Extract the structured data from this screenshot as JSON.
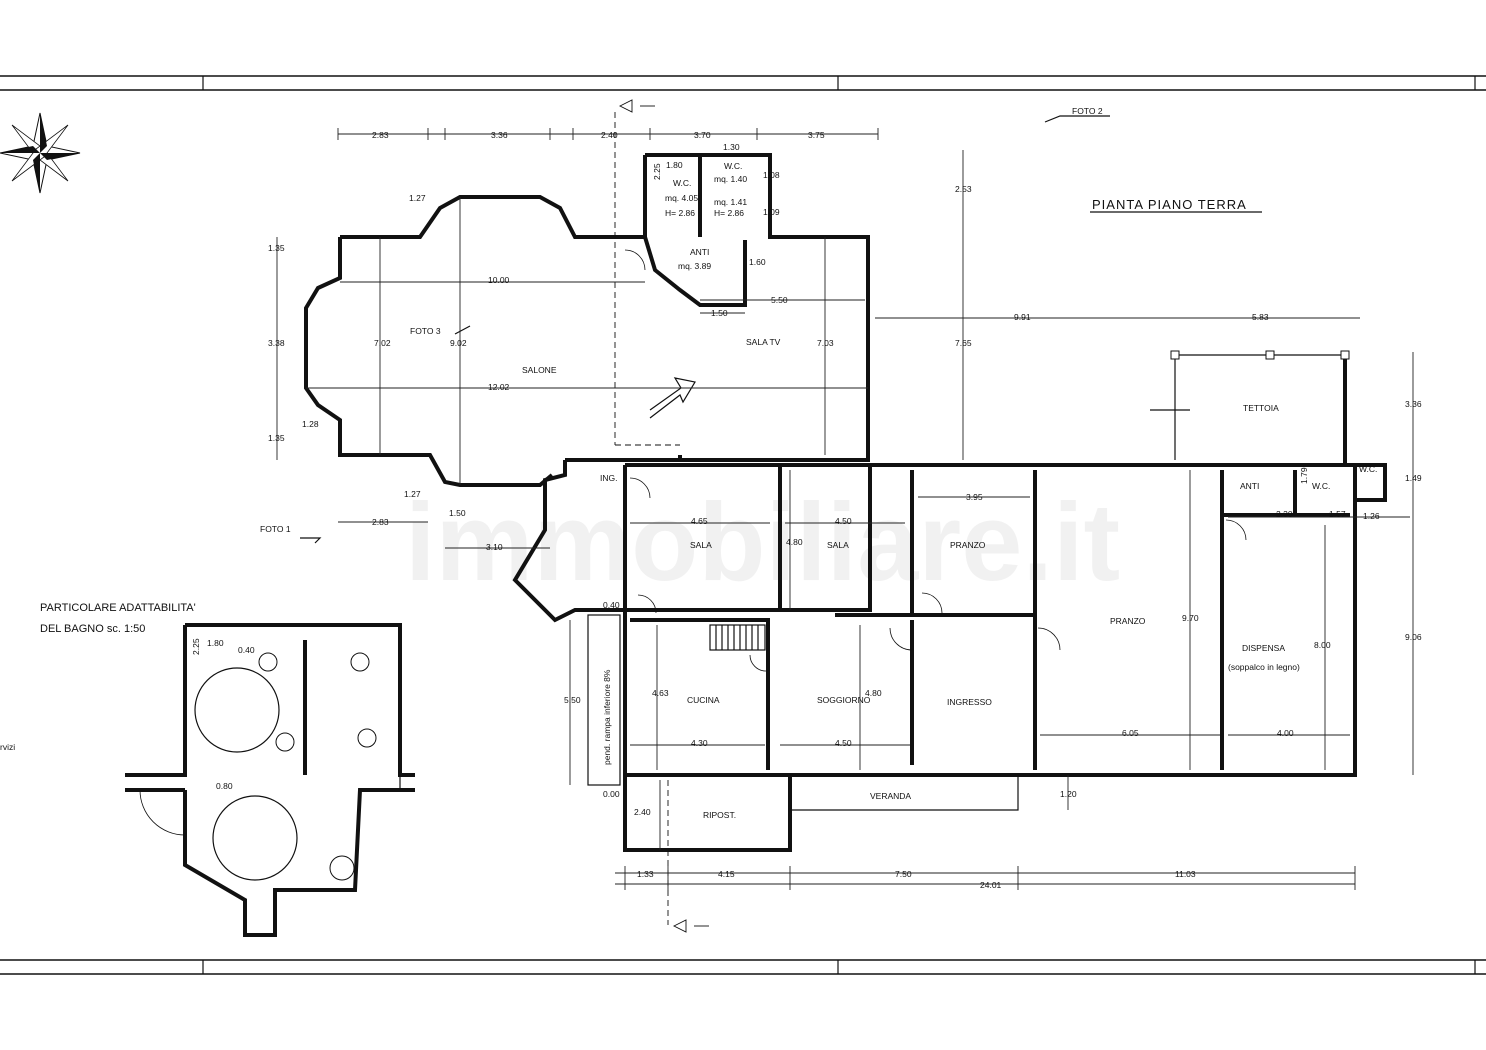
{
  "title": "PIANTA PIANO TERRA",
  "detail_title_line1": "PARTICOLARE ADATTABILITA'",
  "detail_title_line2": "DEL BAGNO sc. 1:50",
  "watermark": "immobiliare.it",
  "photo_labels": {
    "foto1": "FOTO 1",
    "foto2": "FOTO 2",
    "foto3": "FOTO 3"
  },
  "rooms": {
    "salone": "SALONE",
    "sala_tv": "SALA TV",
    "wc_left": "W.C.",
    "wc_left_area": "mq. 4.05",
    "wc_left_h": "H= 2.86",
    "wc_right": "W.C.",
    "wc_right_area1": "mq. 1.40",
    "wc_right_area2": "mq. 1.41",
    "wc_right_h": "H= 2.86",
    "anti_top": "ANTI",
    "anti_top_area": "mq. 3.89",
    "ing": "ING.",
    "sala1": "SALA",
    "sala2": "SALA",
    "pranzo_small": "PRANZO",
    "pranzo_big": "PRANZO",
    "cucina": "CUCINA",
    "soggiorno": "SOGGIORNO",
    "ingresso": "INGRESSO",
    "veranda": "VERANDA",
    "ripost": "RIPOST.",
    "tettoia": "TETTOIA",
    "anti_right": "ANTI",
    "wc_r1": "W.C.",
    "wc_r2": "W.C.",
    "dispensa": "DISPENSA",
    "dispensa_note": "(soppalco in legno)",
    "ramp": "pend. rampa inferiore 8%",
    "servizi": "rvizi"
  },
  "dimensions": {
    "d283a": "2.83",
    "d336": "3.36",
    "d240": "2.40",
    "d370": "3.70",
    "d375": "3.75",
    "d130": "1.30",
    "d180": "1.80",
    "d225": "2.25",
    "d108": "1.08",
    "d109": "1.09",
    "d127a": "1.27",
    "d135a": "1.35",
    "d338": "3.38",
    "d135b": "1.35",
    "d128": "1.28",
    "d1000": "10.00",
    "d702": "7.02",
    "d902": "9.02",
    "d1202": "12.02",
    "d160": "1.60",
    "d550a": "5.50",
    "d150a": "1.50",
    "d703": "7.03",
    "d253": "2.53",
    "d765": "7.65",
    "d991": "9.91",
    "d583": "5.83",
    "d336r": "3.36",
    "d149": "1.49",
    "d906": "9.06",
    "d127b": "1.27",
    "d150b": "1.50",
    "d283b": "2.83",
    "d310": "3.10",
    "d465": "4.65",
    "d450a": "4.50",
    "d480a": "4.80",
    "d395": "3.95",
    "d179": "1.79",
    "d230": "2.30",
    "d157": "1.57",
    "d126": "1.26",
    "d970": "9.70",
    "d800": "8.00",
    "d463": "4.63",
    "d430": "4.30",
    "d450b": "4.50",
    "d480b": "4.80",
    "d605": "6.05",
    "d400": "4.00",
    "d550b": "5.50",
    "d040a": "0.40",
    "d000": "0.00",
    "d240b": "2.40",
    "d120": "1.20",
    "d133": "1.33",
    "d415": "4.15",
    "d750": "7.50",
    "d1103": "11.03",
    "d2401": "24.01",
    "bd180": "1.80",
    "bd225": "2.25",
    "bd040": "0.40",
    "bd080": "0.80"
  }
}
